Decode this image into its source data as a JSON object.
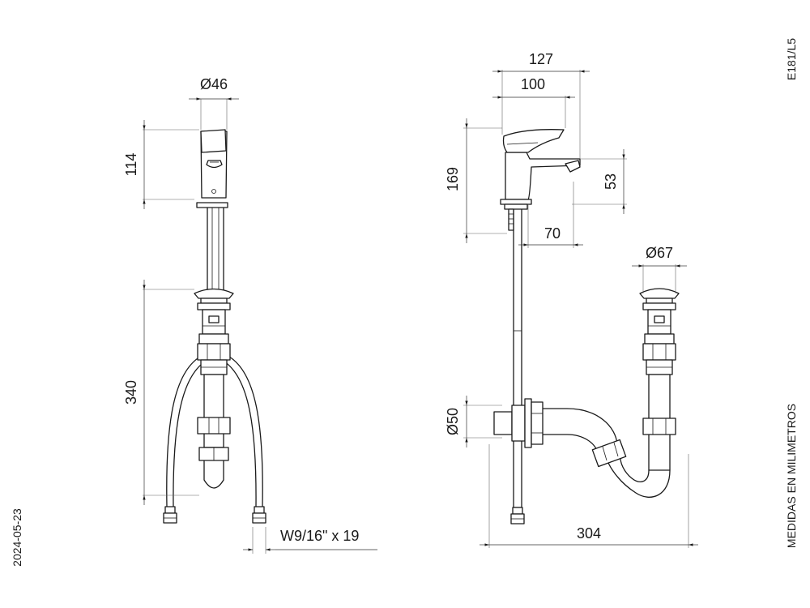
{
  "dimensions": {
    "front_diameter": "Ø46",
    "front_height": "114",
    "front_drain_height": "340",
    "hose_thread": "W9/16\" x 19",
    "side_reach_total": "127",
    "side_reach_spout": "100",
    "side_height": "169",
    "side_spout_height": "53",
    "side_spout_offset": "70",
    "drain_diameter": "Ø67",
    "trap_diameter": "Ø50",
    "trap_depth": "304"
  },
  "labels": {
    "code": "E181/L5",
    "units": "MEDIDAS EN MILIMETROS",
    "date": "2024-05-23"
  }
}
